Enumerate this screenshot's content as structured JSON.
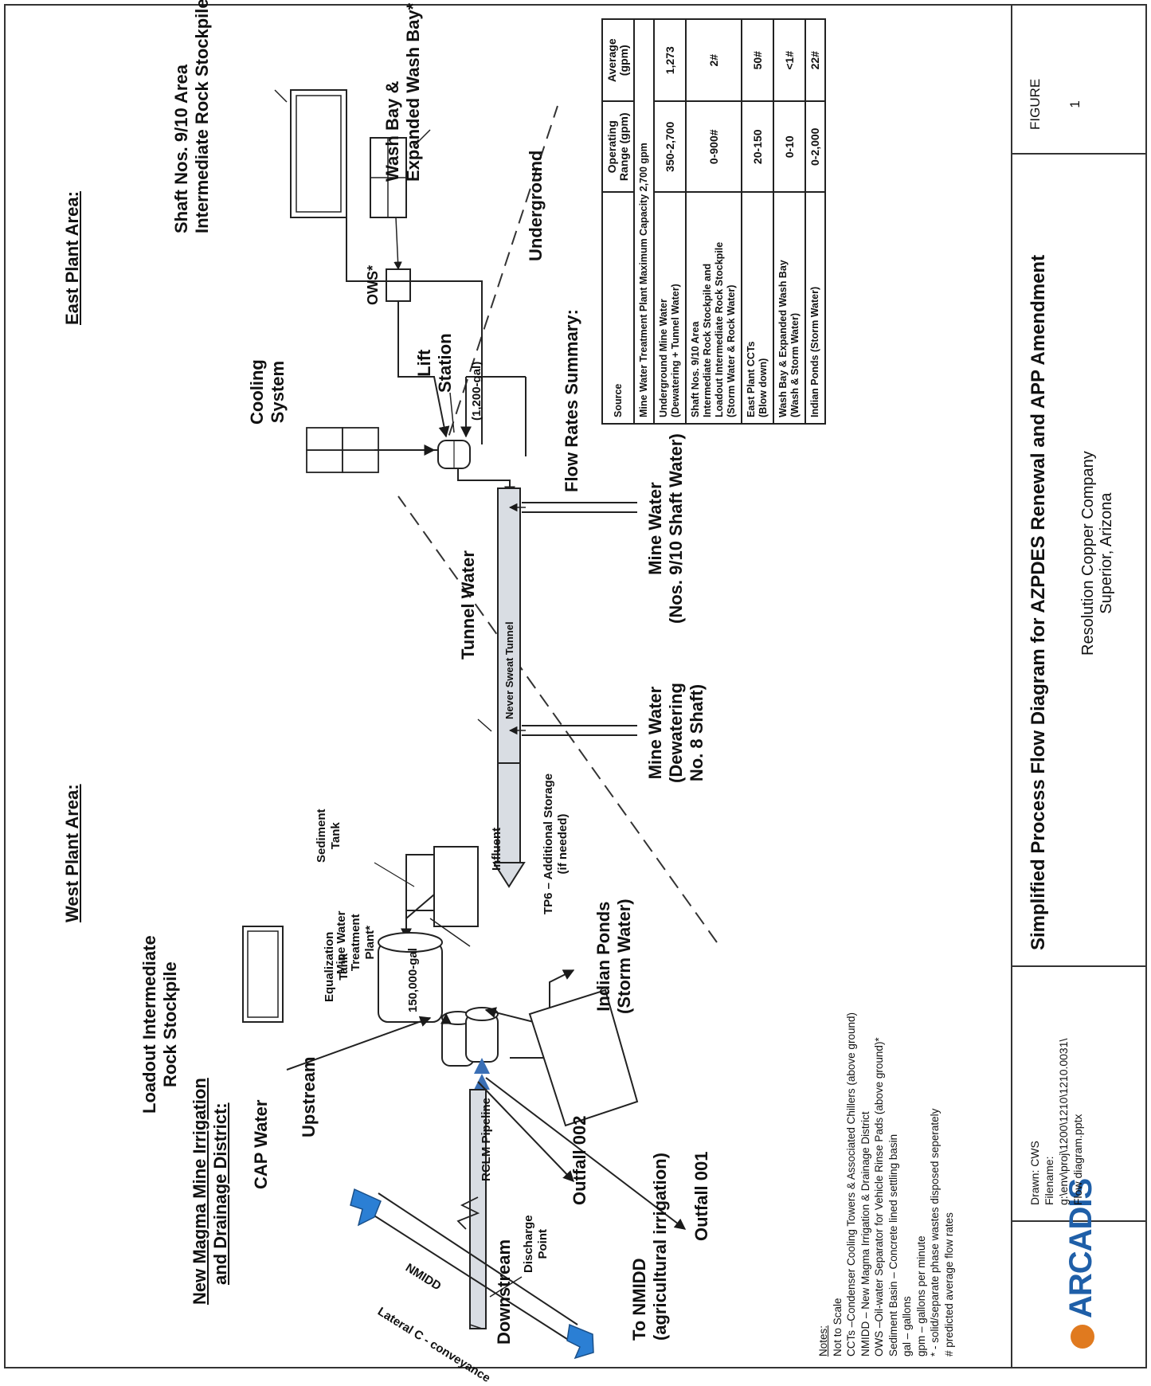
{
  "headers": {
    "west": "West Plant Area:",
    "east": "East Plant Area:",
    "nmidd_line1": "New Magma Mine Irrigation",
    "nmidd_line2": "and Drainage District:"
  },
  "labels": {
    "loadout_1": "Loadout Intermediate",
    "loadout_2": "Rock Stockpile",
    "shaft_1": "Shaft Nos. 9/10 Area",
    "shaft_2": "Intermediate Rock Stockpile*",
    "washbay_1": "Wash Bay &",
    "washbay_2": "Expanded Wash Bay*",
    "ows": "OWS*",
    "cooling_1": "Cooling",
    "cooling_2": "System",
    "lift_1": "Lift",
    "lift_2": "Station",
    "lift_cap": "(1,200-gal)",
    "underground": "Underground",
    "sediment_1": "Sediment",
    "sediment_2": "Tank",
    "eq_1": "Equalization",
    "eq_2": "Tank",
    "eq_cap": "150,000-gal",
    "tunnel_water": "Tunnel Water",
    "never_sweat": "Never Sweat Tunnel",
    "mine_water_a_1": "Mine Water",
    "mine_water_a_2": "(Dewatering",
    "mine_water_a_3": "No. 8 Shaft)",
    "mine_water_b_1": "Mine Water",
    "mine_water_b_2": "(Nos. 9/10 Shaft Water)",
    "tp6_1": "TP6 – Additional Storage",
    "tp6_2": "(if needed)",
    "mwtp_1": "Mine Water",
    "mwtp_2": "Treatment",
    "mwtp_3": "Plant*",
    "influent": "Influent",
    "indian_1": "Indian Ponds",
    "indian_2": "(Storm Water)",
    "cap_water": "CAP Water",
    "rclm": "RCLM Pipeline",
    "outfall_001": "Outfall 001",
    "outfall_002": "Outfall 002",
    "upstream": "Upstream",
    "downstream": "Downstream",
    "discharge_1": "Discharge",
    "discharge_2": "Point",
    "lateral": "Lateral C - conveyance",
    "nmidd": "NMIDD",
    "to_nmidd_1": "To NMIDD",
    "to_nmidd_2": "(agricultural irrigation)"
  },
  "flow_summary": {
    "title": "Flow Rates Summary:",
    "headers": [
      "Source",
      "Operating Range (gpm)",
      "Average (gpm)"
    ],
    "capacity_row": "Mine Water Treatment Plant Maximum Capacity 2,700 gpm",
    "rows": [
      {
        "source": [
          "Underground Mine Water",
          "(Dewatering + Tunnel Water)"
        ],
        "range": "350-2,700",
        "average": "1,273"
      },
      {
        "source": [
          "Shaft Nos. 9/10 Area",
          "Intermediate Rock Stockpile and",
          "Loadout Intermediate Rock Stockpile",
          "(Storm Water & Rock Water)"
        ],
        "range": "0-900#",
        "average": "2#"
      },
      {
        "source": [
          "East Plant CCTs",
          "(Blow down)"
        ],
        "range": "20-150",
        "average": "50#"
      },
      {
        "source": [
          "Wash Bay & Expanded Wash Bay",
          "(Wash & Storm Water)"
        ],
        "range": "0-10",
        "average": "<1#"
      },
      {
        "source": [
          "Indian Ponds (Storm Water)"
        ],
        "range": "0-2,000",
        "average": "22#"
      }
    ]
  },
  "notes": {
    "title": "Notes:",
    "lines": [
      "Not to Scale",
      "CCTs –Condenser Cooling Towers & Associated Chillers  (above ground)",
      "NMIDD – New Magma Irrigation & Drainage District",
      "OWS –Oil-water Separator for Vehicle Rinse Pads (above ground)*",
      "Sediment Basin – Concrete lined settling basin",
      "gal – gallons",
      "gpm – gallons per minute",
      "* - solid/separate phase wastes disposed seperately",
      "# predicted average flow rates"
    ]
  },
  "title_block": {
    "logo": "ARCADIS",
    "drawn": "Drawn: CWS",
    "filename_label": "Filename:",
    "filename_1": "g:\\env\\proj\\1200\\1210\\1210.0031\\",
    "filename_2": "Flow diagram.pptx",
    "title": "Simplified Process Flow Diagram for AZPDES Renewal and APP Amendment",
    "company": "Resolution Copper Company",
    "location": "Superior, Arizona",
    "figure_label": "FIGURE",
    "figure_number": "1"
  },
  "colors": {
    "line": "#1a1a1a",
    "blue_arrow": "#2b7fd4",
    "valve": "#3a6fb5",
    "pipe_fill": "#d9dde3"
  }
}
